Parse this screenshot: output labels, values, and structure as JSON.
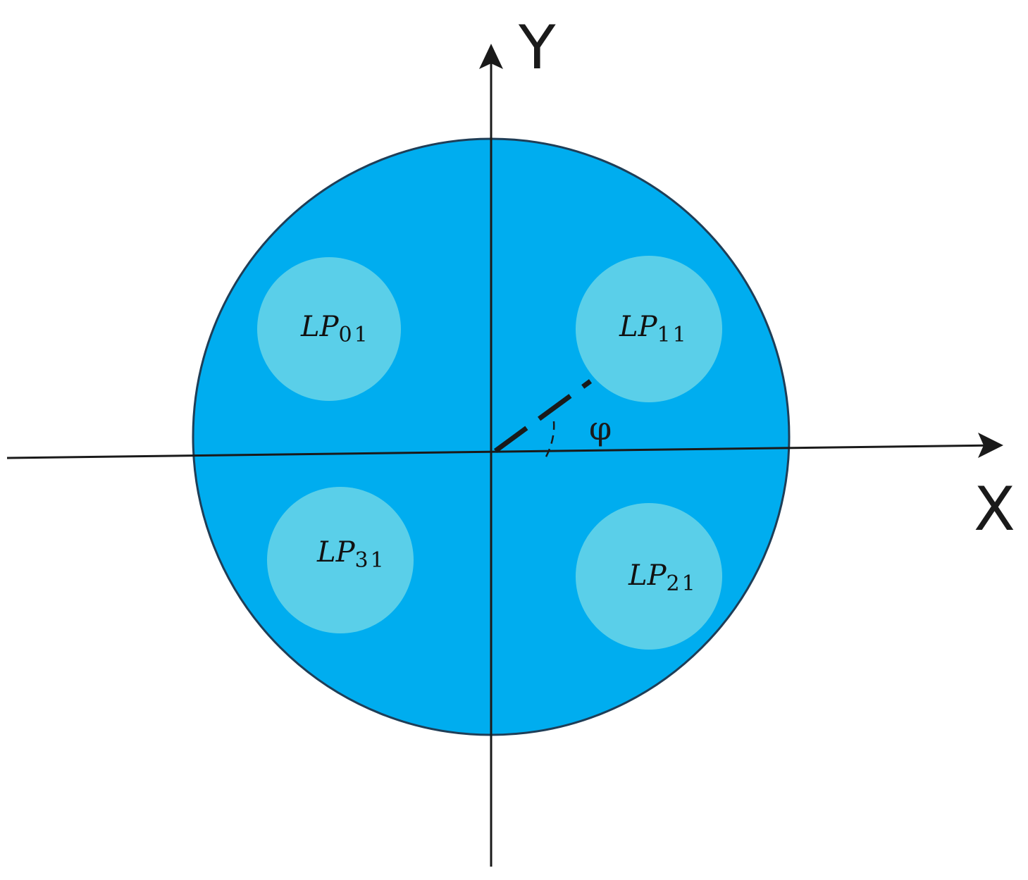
{
  "diagram": {
    "axis_x_label": "X",
    "axis_y_label": "Y",
    "angle_label": "φ",
    "modes": [
      {
        "main": "LP",
        "sub": "01"
      },
      {
        "main": "LP",
        "sub": "11"
      },
      {
        "main": "LP",
        "sub": "31"
      },
      {
        "main": "LP",
        "sub": "21"
      }
    ]
  },
  "colors": {
    "cladding": "#00adef",
    "core": "#5acfe9",
    "line": "#1a1a1a",
    "background": "#ffffff"
  }
}
